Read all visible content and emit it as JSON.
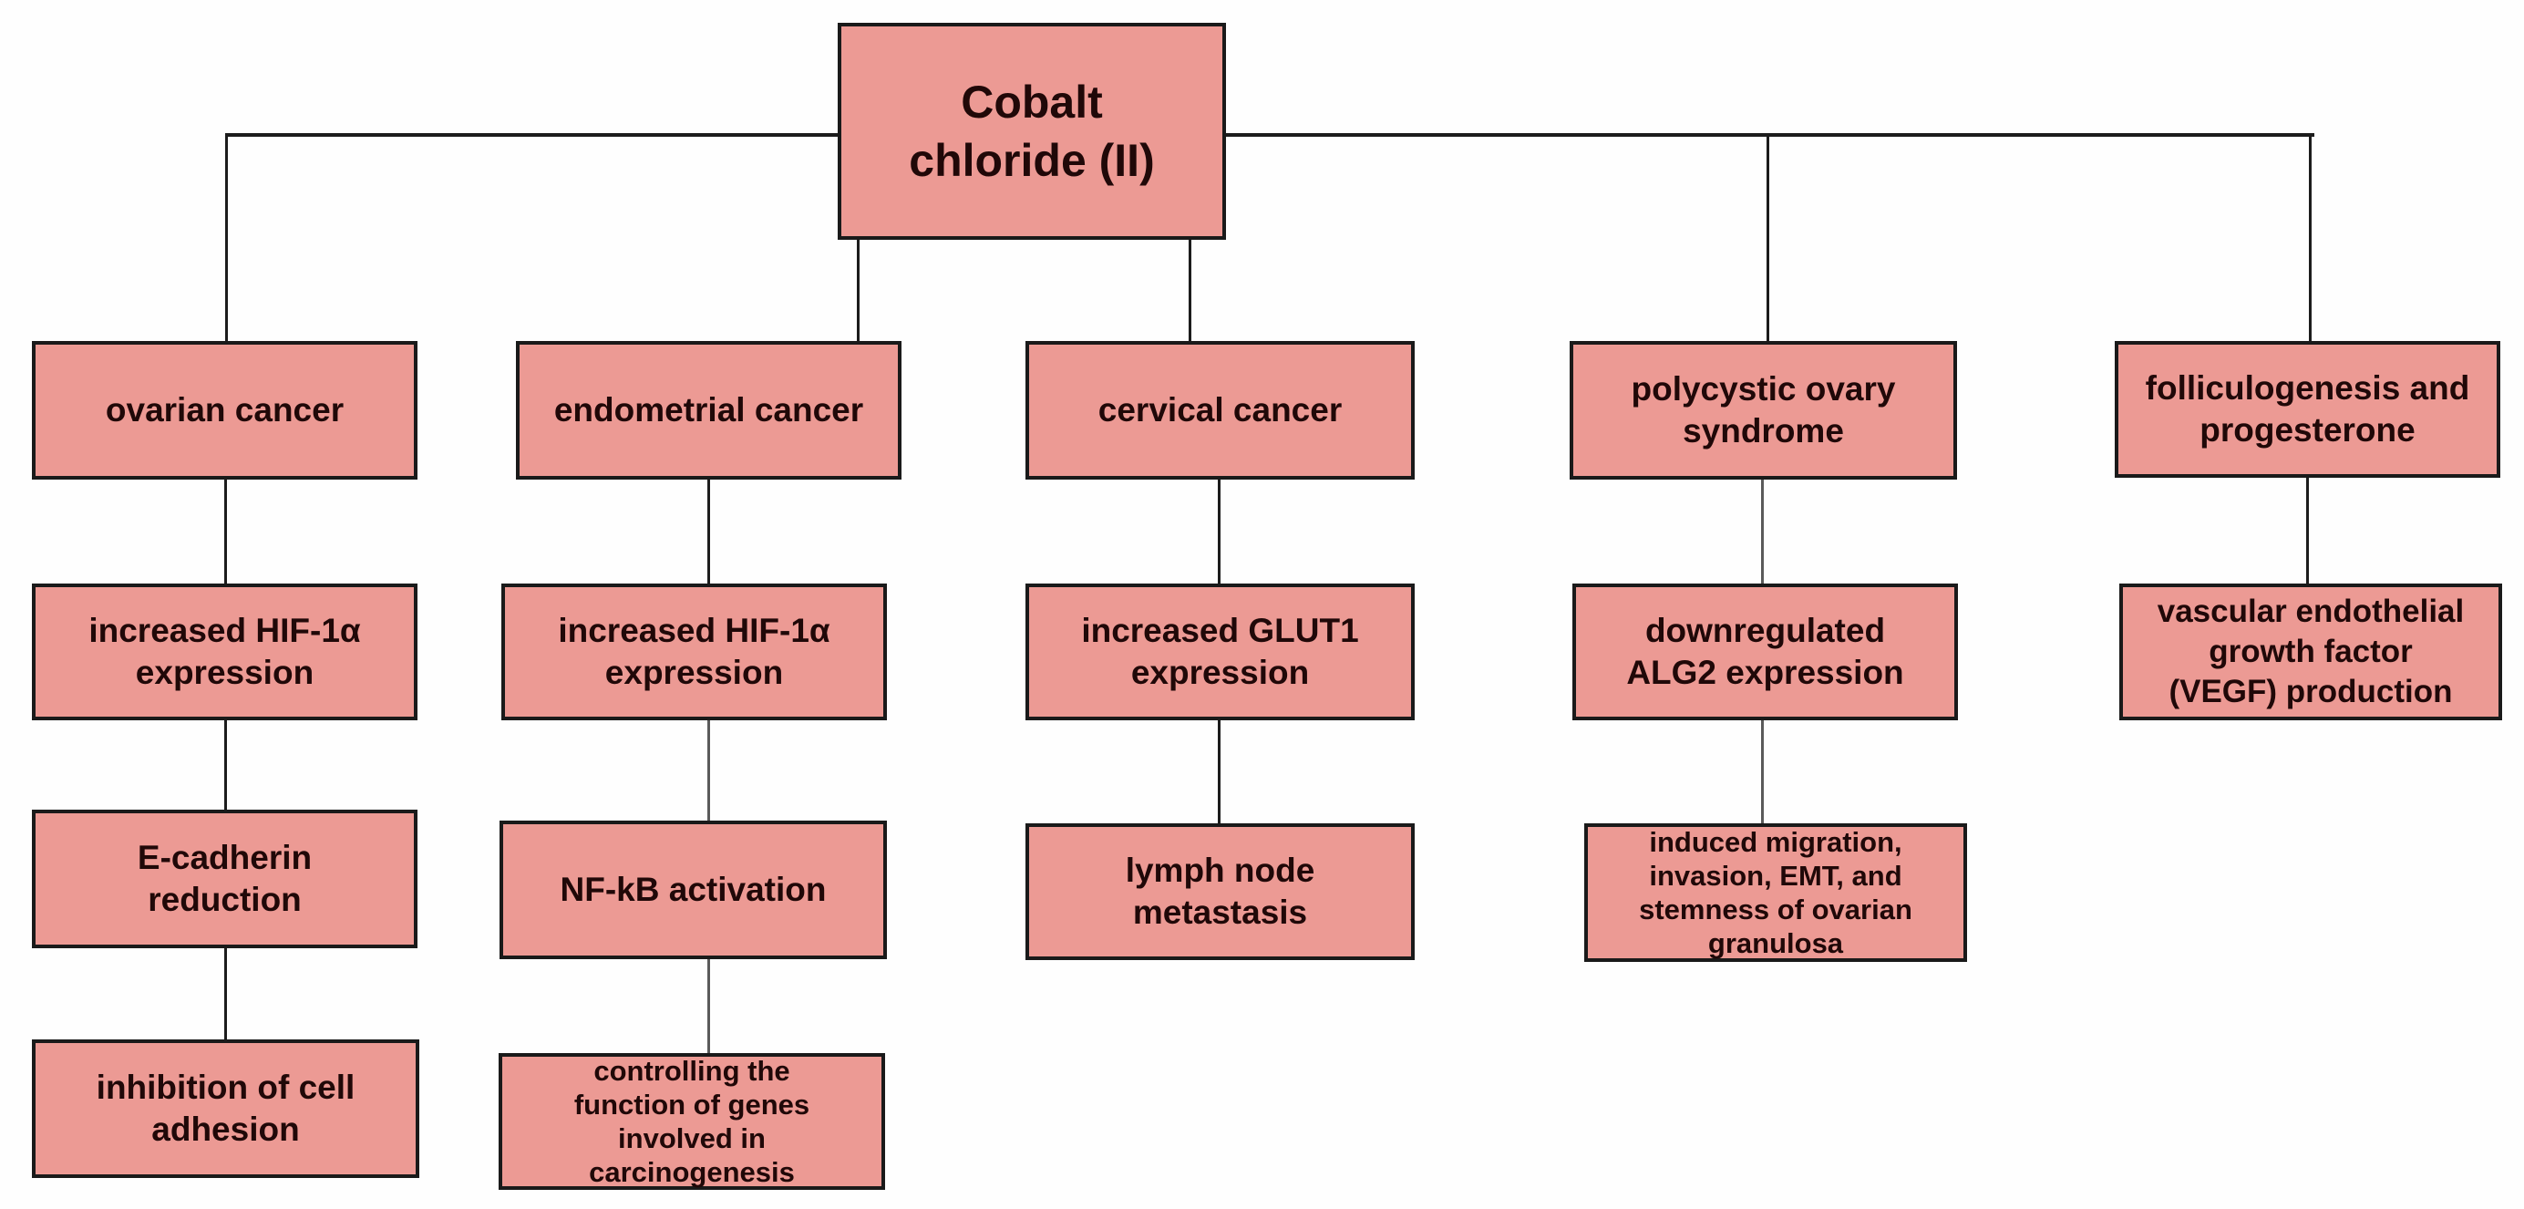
{
  "diagram": {
    "title": "Cobalt chloride (II) reproductive effects flowchart",
    "root": {
      "label": "Cobalt\nchloride (II)"
    },
    "columns": [
      {
        "nodes": [
          {
            "label": "ovarian cancer"
          },
          {
            "label": "increased HIF-1α\nexpression"
          },
          {
            "label": "E-cadherin\nreduction"
          },
          {
            "label": "inhibition of cell\nadhesion"
          }
        ]
      },
      {
        "nodes": [
          {
            "label": "endometrial cancer"
          },
          {
            "label": "increased HIF-1α\nexpression"
          },
          {
            "label": "NF-kB activation"
          },
          {
            "label": "controlling the\nfunction of genes\ninvolved in\ncarcinogenesis"
          }
        ]
      },
      {
        "nodes": [
          {
            "label": "cervical cancer"
          },
          {
            "label": "increased GLUT1\nexpression"
          },
          {
            "label": "lymph node\nmetastasis"
          }
        ]
      },
      {
        "nodes": [
          {
            "label": "polycystic ovary\nsyndrome"
          },
          {
            "label": "downregulated\nALG2 expression"
          },
          {
            "label": "induced migration,\ninvasion, EMT, and\nstemness of ovarian\ngranulosa"
          }
        ]
      },
      {
        "nodes": [
          {
            "label": "folliculogenesis and\nprogesterone"
          },
          {
            "label": "vascular endothelial\ngrowth factor\n(VEGF) production"
          }
        ]
      }
    ],
    "colors": {
      "node_fill": "#EC9A94",
      "node_border": "#1A1A1A",
      "node_text": "#200808",
      "connector": "#1C1C1C",
      "connector_light": "#5A5A5A",
      "background": "#FEFEFE"
    }
  }
}
